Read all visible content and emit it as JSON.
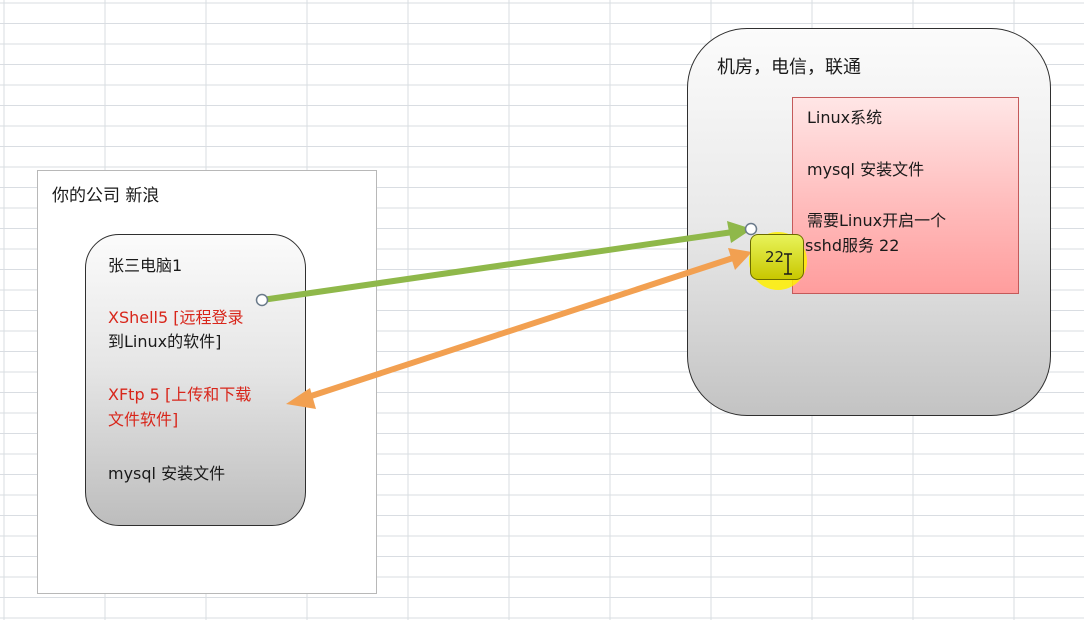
{
  "company": {
    "title": "你的公司 新浪"
  },
  "pc": {
    "title": "张三电脑1",
    "xshell_line1": "XShell5 [远程登录",
    "xshell_line2": "到Linux的软件]",
    "xftp_line1": "XFtp 5 [上传和下载",
    "xftp_line2": "文件软件]",
    "mysql": "mysql 安装文件"
  },
  "datacenter": {
    "title": "机房，电信，联通",
    "os": "Linux系统",
    "mysql": "mysql 安装文件",
    "need_line1": "需要Linux开启一个",
    "need_line2": "sshd服务 22",
    "port": "22"
  },
  "colors": {
    "green_arrow": "#8fb84a",
    "orange_arrow": "#f2a051",
    "xshell_text": "#d8261b"
  }
}
